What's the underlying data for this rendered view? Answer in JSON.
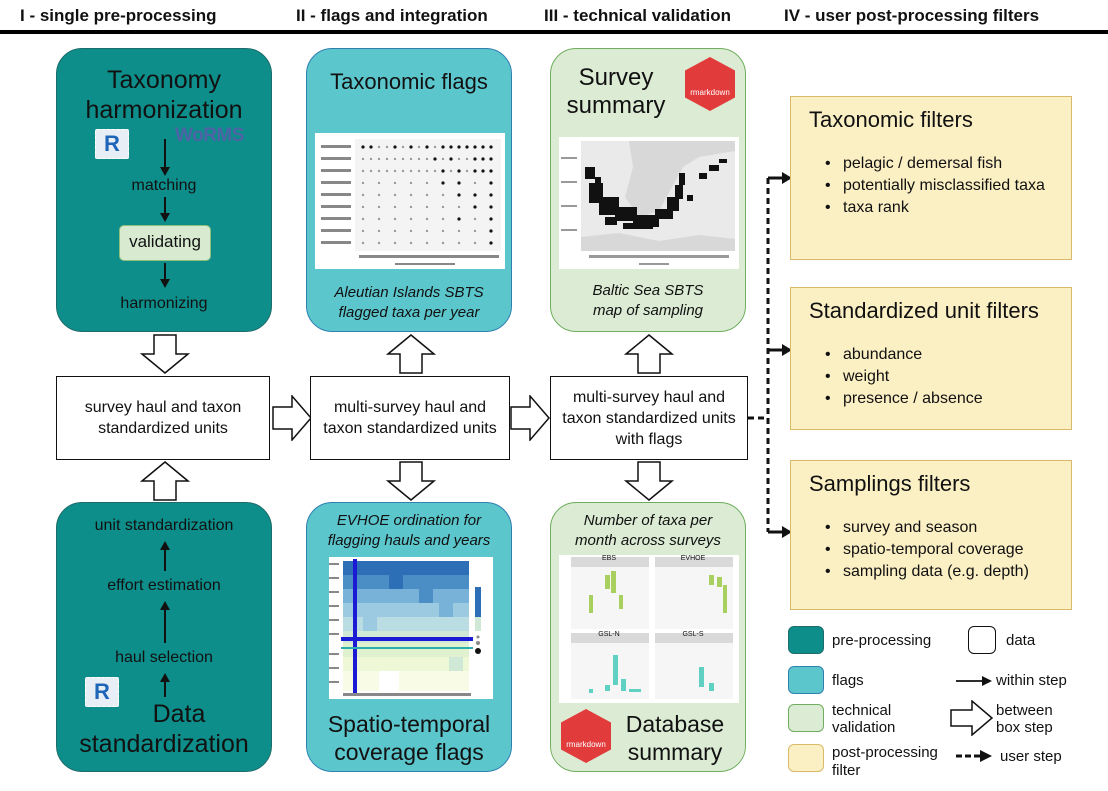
{
  "headers": {
    "col1": "I - single pre-processing",
    "col2": "II - flags and integration",
    "col3": "III - technical validation",
    "col4": "IV - user post-processing filters"
  },
  "taxonomy_panel": {
    "title_line1": "Taxonomy",
    "title_line2": "harmonization",
    "step_matching": "matching",
    "step_validating": "validating",
    "step_harmonizing": "harmonizing",
    "logo_r": "R",
    "logo_worms": "WoRMS"
  },
  "data_std_panel": {
    "step_unit": "unit standardization",
    "step_effort": "effort estimation",
    "step_haul": "haul selection",
    "title_line1": "Data",
    "title_line2": "standardization",
    "logo_r": "R"
  },
  "tax_flags_panel": {
    "title": "Taxonomic flags",
    "caption_line1": "Aleutian Islands SBTS",
    "caption_line2": "flagged taxa per year"
  },
  "spatio_panel": {
    "caption_line1": "EVHOE ordination for",
    "caption_line2": "flagging hauls and years",
    "title_line1": "Spatio-temporal",
    "title_line2": "coverage flags"
  },
  "survey_summary_panel": {
    "title_line1": "Survey",
    "title_line2": "summary",
    "caption_line1": "Baltic Sea SBTS",
    "caption_line2": "map of sampling",
    "logo": "rmarkdown"
  },
  "db_summary_panel": {
    "caption_line1": "Number of taxa per",
    "caption_line2": "month across surveys",
    "title_line1": "Database",
    "title_line2": "summary",
    "logo": "rmarkdown",
    "facets": [
      "EBS",
      "EVHOE",
      "GSL-N",
      "GSL-S"
    ]
  },
  "data_boxes": {
    "box1": "survey haul and taxon standardized units",
    "box2": "multi-survey haul and taxon standardized units",
    "box3": "multi-survey haul and taxon standardized units with flags"
  },
  "filters": {
    "taxonomic": {
      "title": "Taxonomic filters",
      "items": [
        "pelagic / demersal fish",
        "potentially misclassified taxa",
        "taxa rank"
      ]
    },
    "unit": {
      "title": "Standardized unit filters",
      "items": [
        "abundance",
        "weight",
        "presence / absence"
      ]
    },
    "samplings": {
      "title": "Samplings filters",
      "items": [
        "survey and season",
        "spatio-temporal coverage",
        "sampling data (e.g. depth)"
      ]
    }
  },
  "legend": {
    "preprocessing": "pre-processing",
    "data": "data",
    "flags": "flags",
    "within": "within step",
    "technical_line1": "technical",
    "technical_line2": "validation",
    "between_line1": "between",
    "between_line2": "box step",
    "postproc_line1": "post-processing",
    "postproc_line2": "filter",
    "user": "user step"
  },
  "colors": {
    "teal": "#0e8e8a",
    "cyan": "#5cc6cd",
    "light_green": "#dbebd4",
    "cream": "#fbefc4"
  }
}
